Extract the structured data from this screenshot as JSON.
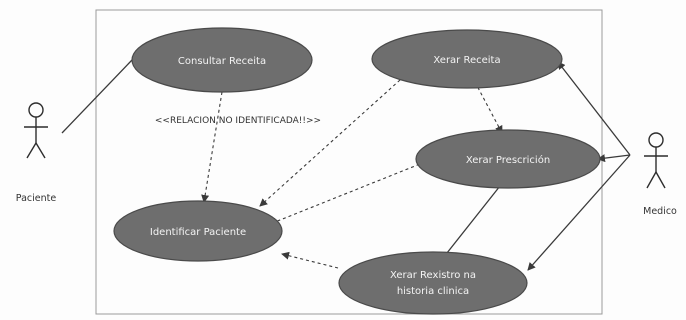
{
  "actors": {
    "paciente": {
      "label": "Paciente"
    },
    "medico": {
      "label": "Medico"
    }
  },
  "use_cases": {
    "consultar_receita": {
      "label": "Consultar Receita"
    },
    "xerar_receita": {
      "label": "Xerar Receita"
    },
    "xerar_prescricion": {
      "label": "Xerar Prescrición"
    },
    "identificar_paciente": {
      "label": "Identificar Paciente"
    },
    "xerar_rexistro": {
      "line1": "Xerar Rexistro na",
      "line2": "historia clinica"
    }
  },
  "annotation": {
    "text": "<<RELACION NO IDENTIFICADA!!>>"
  }
}
